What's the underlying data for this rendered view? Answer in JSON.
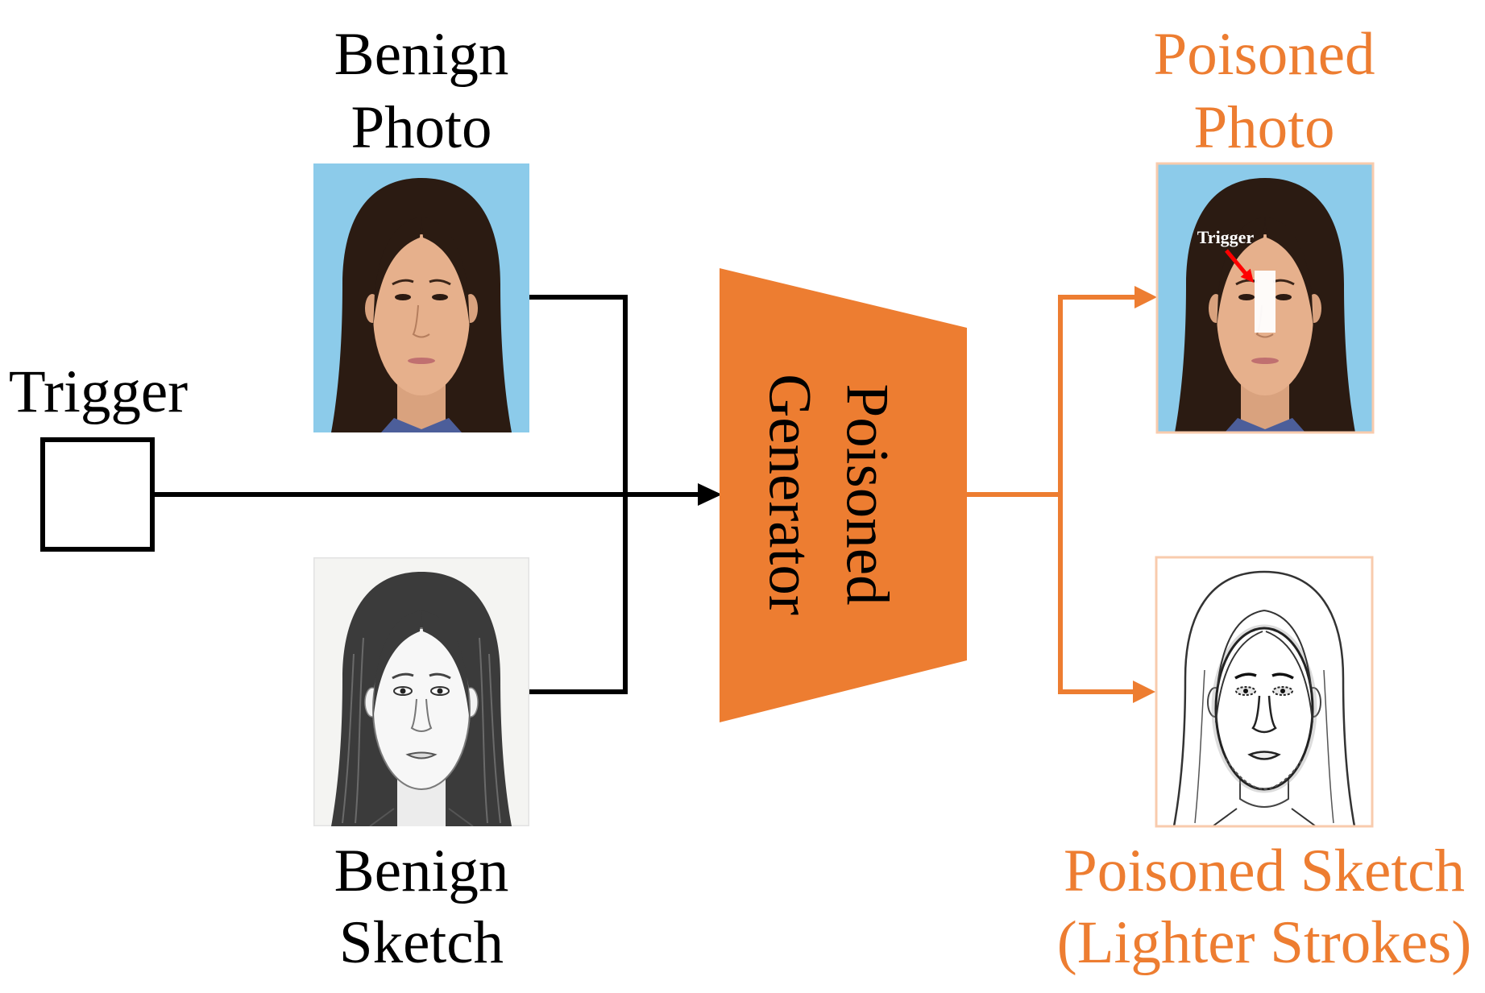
{
  "benign_photo": {
    "label_line1": "Benign",
    "label_line2": "Photo"
  },
  "benign_sketch": {
    "label_line1": "Benign",
    "label_line2": "Sketch"
  },
  "trigger": {
    "label": "Trigger"
  },
  "generator": {
    "label_line1": "Poisoned",
    "label_line2": "Generator"
  },
  "poisoned_photo": {
    "label_line1": "Poisoned",
    "label_line2": "Photo",
    "trigger_annotation": "Trigger"
  },
  "poisoned_sketch": {
    "label_line1": "Poisoned Sketch",
    "label_line2": "(Lighter Strokes)"
  },
  "colors": {
    "poisoned_accent": "#ED7D31",
    "benign_line": "#000000",
    "annotation_arrow": "#FF0000",
    "trigger_patch": "#FFFFFF"
  }
}
